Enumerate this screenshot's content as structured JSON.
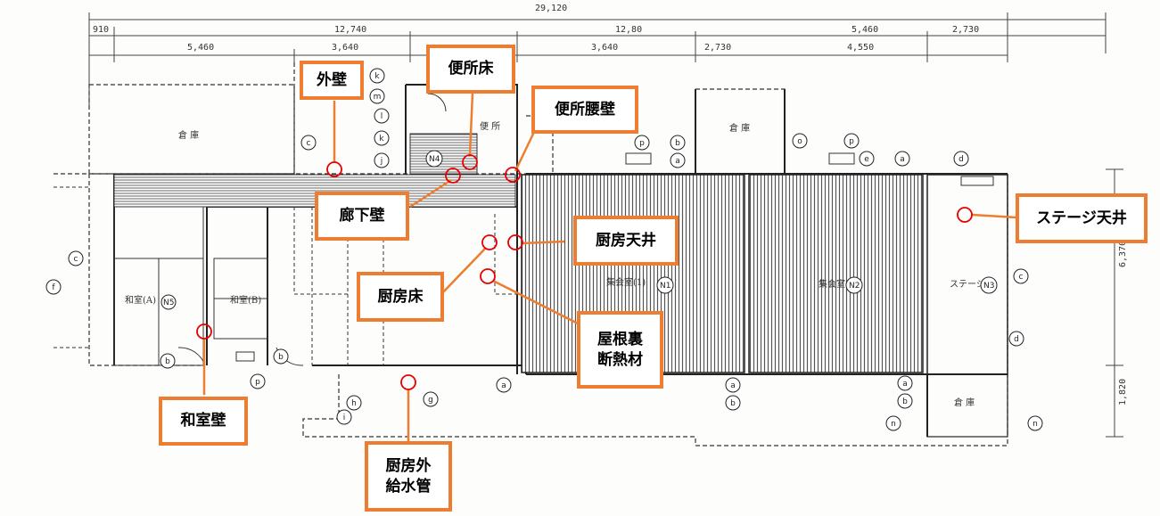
{
  "plan": {
    "dimensions": {
      "total": "29,120",
      "top_left": "910",
      "top_row": [
        "12,740",
        "12,80",
        "5,460",
        "2,730"
      ],
      "second_row": [
        "5,460",
        "3,640",
        "3,640",
        "2,730",
        "4,550"
      ],
      "right_side": [
        "6,370",
        "1,820"
      ]
    },
    "rooms": {
      "storage_left": "倉 庫",
      "storage_top": "倉 庫",
      "storage_bottom_right": "倉 庫",
      "toilet": "便 所",
      "hall_n1": "集会室(1)",
      "hall_n2": "集会室(2)",
      "stage_n3": "ステージ",
      "washitsu_a": "和室(A)",
      "washitsu_b": "和室(B)"
    },
    "zones": {
      "n1": "N1",
      "n2": "N2",
      "n3": "N3",
      "n4": "N4",
      "n5": "N5"
    },
    "markers": {
      "c": "c",
      "d": "d",
      "e": "e",
      "f": "f",
      "g": "g",
      "h": "h",
      "i": "i",
      "j": "j",
      "k": "k",
      "l": "l",
      "m": "m",
      "n": "n",
      "o": "o",
      "p": "p",
      "a": "a",
      "b": "b"
    }
  },
  "callouts": {
    "gaiheki": "外壁",
    "benjo_yuka": "便所床",
    "benjo_koshikabe": "便所腰壁",
    "rouka_kabe": "廊下壁",
    "chubo_tenjo": "厨房天井",
    "stage_tenjo": "ステージ天井",
    "chubo_yuka": "厨房床",
    "yaneura_line1": "屋根裏",
    "yaneura_line2": "断熱材",
    "washitsu_kabe": "和室壁",
    "chubo_gai_line1": "厨房外",
    "chubo_gai_line2": "給水管"
  },
  "colors": {
    "callout_orange": "#ED7D31",
    "circle_red": "#E60000",
    "drawing_ink": "#2a2a2a"
  }
}
